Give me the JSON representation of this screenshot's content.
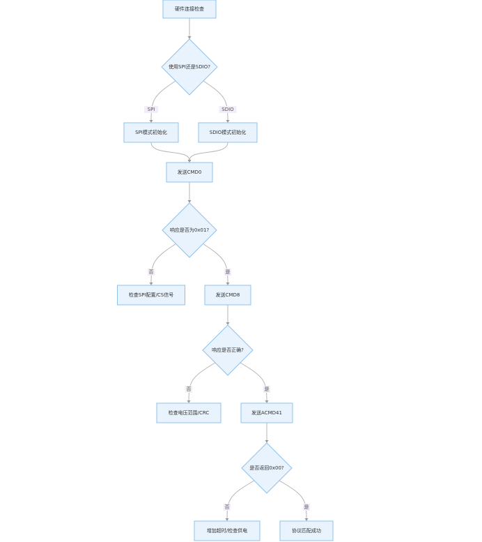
{
  "flowchart": {
    "nodes": [
      {
        "id": "hw",
        "shape": "rect",
        "label": "硬件连接检查"
      },
      {
        "id": "mode",
        "shape": "diamond",
        "label": "使用SPI还是SDIO?"
      },
      {
        "id": "spi_init",
        "shape": "rect",
        "label": "SPI模式初始化"
      },
      {
        "id": "sdio_init",
        "shape": "rect",
        "label": "SDIO模式初始化"
      },
      {
        "id": "cmd0",
        "shape": "rect",
        "label": "发送CMD0"
      },
      {
        "id": "resp01",
        "shape": "diamond",
        "label": "响应是否为0x01?"
      },
      {
        "id": "check_spi",
        "shape": "rect",
        "label": "检查SPI配置/CS信号"
      },
      {
        "id": "cmd8",
        "shape": "rect",
        "label": "发送CMD8"
      },
      {
        "id": "resp_ok",
        "shape": "diamond",
        "label": "响应是否正确?"
      },
      {
        "id": "check_volt",
        "shape": "rect",
        "label": "检查电压范围/CRC"
      },
      {
        "id": "acmd41",
        "shape": "rect",
        "label": "发送ACMD41"
      },
      {
        "id": "ret00",
        "shape": "diamond",
        "label": "是否返回0x00?"
      },
      {
        "id": "timeout",
        "shape": "rect",
        "label": "增加超时/检查供电"
      },
      {
        "id": "success",
        "shape": "rect",
        "label": "协议匹配成功"
      }
    ],
    "edges": [
      {
        "from": "hw",
        "to": "mode",
        "label": ""
      },
      {
        "from": "mode",
        "to": "spi_init",
        "label": "SPI"
      },
      {
        "from": "mode",
        "to": "sdio_init",
        "label": "SDIO"
      },
      {
        "from": "spi_init",
        "to": "cmd0",
        "label": ""
      },
      {
        "from": "sdio_init",
        "to": "cmd0",
        "label": ""
      },
      {
        "from": "cmd0",
        "to": "resp01",
        "label": ""
      },
      {
        "from": "resp01",
        "to": "check_spi",
        "label": "否"
      },
      {
        "from": "resp01",
        "to": "cmd8",
        "label": "是"
      },
      {
        "from": "cmd8",
        "to": "resp_ok",
        "label": ""
      },
      {
        "from": "resp_ok",
        "to": "check_volt",
        "label": "否"
      },
      {
        "from": "resp_ok",
        "to": "acmd41",
        "label": "是"
      },
      {
        "from": "acmd41",
        "to": "ret00",
        "label": ""
      },
      {
        "from": "ret00",
        "to": "timeout",
        "label": "否"
      },
      {
        "from": "ret00",
        "to": "success",
        "label": "是"
      }
    ]
  }
}
